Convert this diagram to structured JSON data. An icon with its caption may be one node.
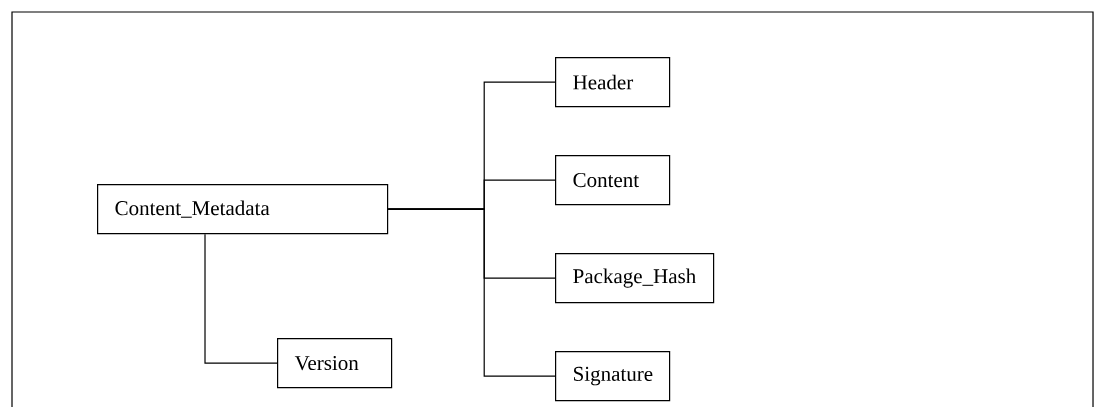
{
  "diagram": {
    "nodes": [
      {
        "text": [
          "Content_Metadata"
        ]
      },
      {
        "text": [
          "Version"
        ]
      },
      {
        "text": [
          "Header"
        ]
      },
      {
        "text": [
          "Content"
        ]
      },
      {
        "text": [
          "Package_Hash"
        ]
      },
      {
        "text": [
          "Signature"
        ]
      }
    ],
    "edges": [
      {
        "from": 0,
        "to": 1,
        "arrow": "none"
      },
      {
        "from": 0,
        "to": 2,
        "arrow": "none"
      },
      {
        "from": 0,
        "to": 3,
        "arrow": "none"
      },
      {
        "from": 0,
        "to": 4,
        "arrow": "none"
      },
      {
        "from": 0,
        "to": 5,
        "arrow": "none"
      }
    ]
  }
}
